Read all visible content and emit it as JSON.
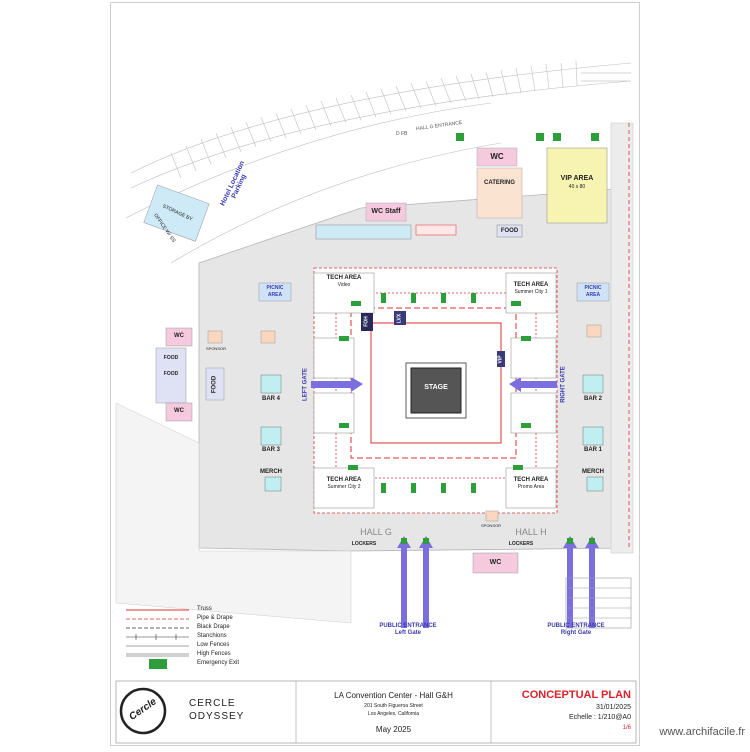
{
  "plan": {
    "street_label": "HALL G ENTRANCE",
    "parking_label": "Hotel Location Parking",
    "storage_label": "STORAGE BY",
    "storage_sub": "OFFICE W/ SS",
    "dfb_label": "D FB"
  },
  "areas": {
    "vip_area": "VIP AREA",
    "vip_sub": "40 x 80",
    "wc_top": "WC",
    "catering": "CATERING",
    "wc_staff": "WC Staff",
    "food_top": "FOOD",
    "picnic_left": "PICNIC AREA",
    "picnic_right": "PICNIC AREA",
    "wc_left_1": "WC",
    "wc_left_2": "WC",
    "food_left_1": "FOOD",
    "food_left_2": "FOOD",
    "food_left_3": "FOOD",
    "sponsor_left": "SPONSOR",
    "bar4": "BAR 4",
    "bar3": "BAR 3",
    "bar2": "BAR 2",
    "bar1": "BAR 1",
    "merch_left": "MERCH",
    "merch_right": "MERCH",
    "stage": "STAGE",
    "foh": "FOH",
    "lvx": "LVX",
    "vip_side": "VIP",
    "tech_tl": "TECH AREA",
    "tech_tl_sub": "Video",
    "tech_tr": "TECH AREA",
    "tech_tr_sub": "Summer City 1",
    "tech_bl": "TECH AREA",
    "tech_bl_sub": "Summer City 2",
    "tech_br": "TECH AREA",
    "tech_br_sub": "Promo Area",
    "left_gate": "LEFT GATE",
    "right_gate": "RIGHT GATE",
    "hall_g": "HALL G",
    "hall_h": "HALL H",
    "lockers_left": "LOCKERS",
    "lockers_right": "LOCKERS",
    "wc_bottom": "WC",
    "sponsor_bottom": "SPONSOR",
    "entrance_left": "PUBLIC ENTRANCE",
    "entrance_left_sub": "Left Gate",
    "entrance_right": "PUBLIC ENTRANCE",
    "entrance_right_sub": "Right Gate"
  },
  "legend": {
    "items": [
      {
        "label": "Truss",
        "style": "red-line"
      },
      {
        "label": "Pipe & Drape",
        "style": "red-dash"
      },
      {
        "label": "Black Drape",
        "style": "dark-dash"
      },
      {
        "label": "Stanchions",
        "style": "tick-line"
      },
      {
        "label": "Low Fences",
        "style": "gray-line"
      },
      {
        "label": "High Fences",
        "style": "double-line"
      },
      {
        "label": "Emergency Exit",
        "style": "exit-sign"
      }
    ]
  },
  "title_block": {
    "logo_text": "Cercle",
    "brand_line1": "CERCLE",
    "brand_line2": "ODYSSEY",
    "venue": "LA Convention Center - Hall G&H",
    "address1": "201 South Figueroa Street",
    "address2": "Los Angeles, California",
    "date_event": "May 2025",
    "plan_title": "CONCEPTUAL PLAN",
    "plan_date": "31/01/2025",
    "scale": "Echelle : 1/210@A0",
    "page": "1/6"
  },
  "watermark": "www.archifacile.fr",
  "colors": {
    "accent_red": "#e0202a",
    "truss_red": "#e03030",
    "gate_blue": "#7b6fe0",
    "vip_yellow": "#f7f3b0",
    "wc_pink": "#f5c9de",
    "picnic_blue": "#cfe3f7",
    "bar_teal": "#bfeff0",
    "exit_green": "#2e9e3a",
    "floor_gray": "#e6e6e6"
  }
}
